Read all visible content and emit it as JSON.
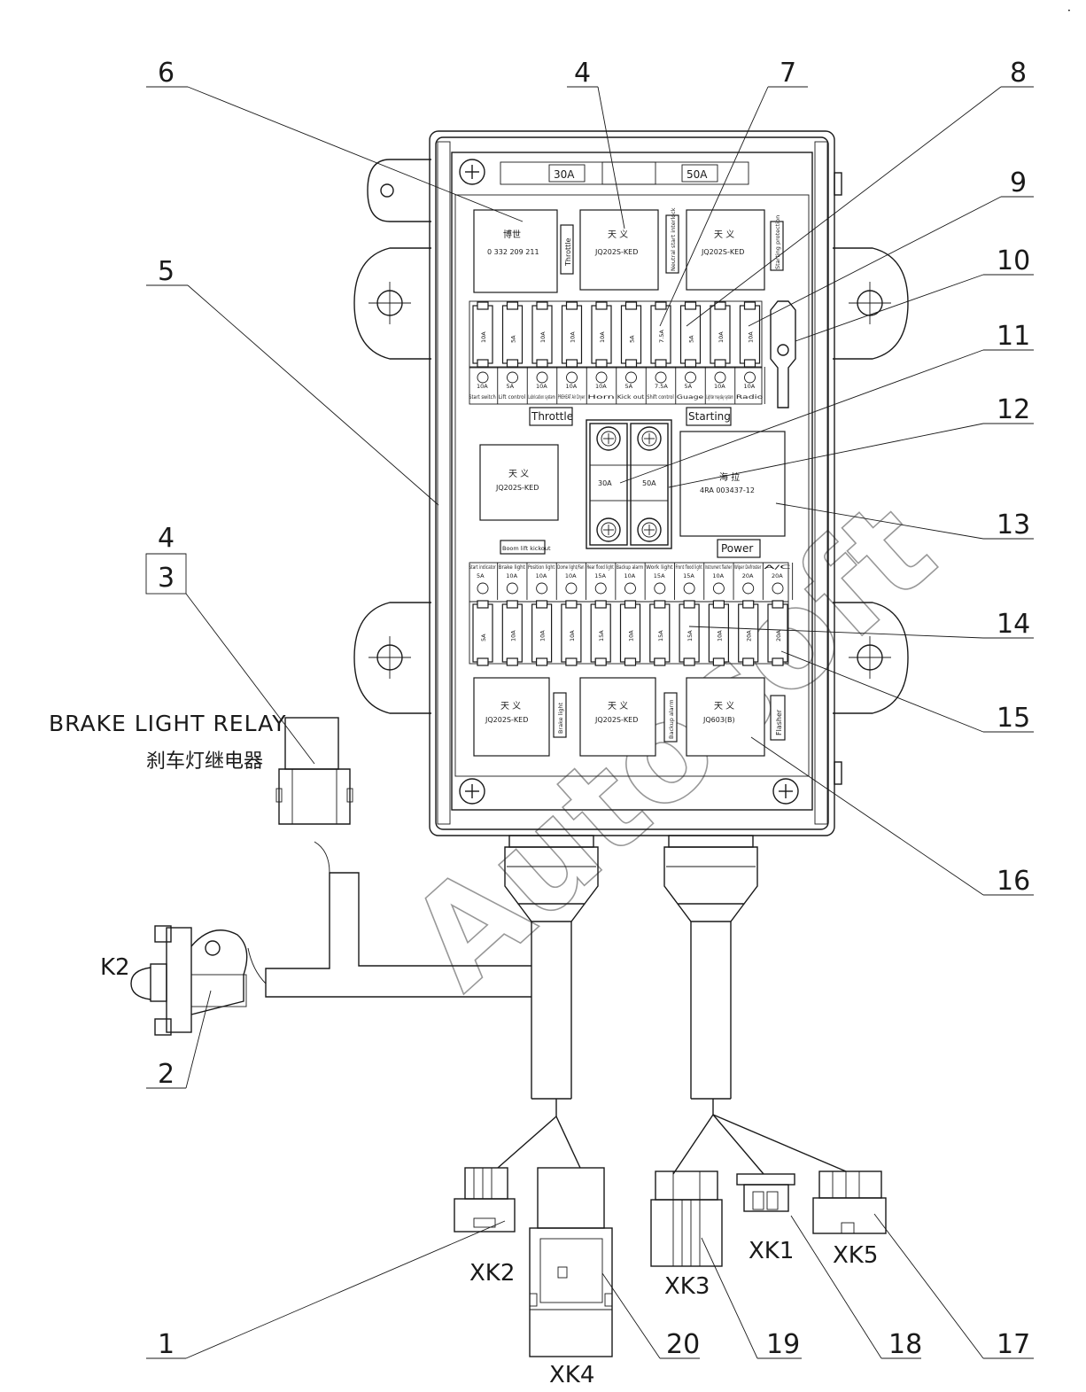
{
  "callouts": [
    "1",
    "2",
    "3",
    "4",
    "5",
    "6",
    "7",
    "8",
    "9",
    "10",
    "11",
    "12",
    "13",
    "14",
    "15",
    "16",
    "17",
    "18",
    "19",
    "20"
  ],
  "main_fuses": {
    "left": "30A",
    "right": "50A"
  },
  "relays": {
    "top_left": {
      "brand": "博世",
      "part": "0 332 209 211",
      "side": "Throttle"
    },
    "top_mid": {
      "brand": "天 义",
      "part": "JQ202S-KED",
      "side": "Neutral start interlock"
    },
    "top_right": {
      "brand": "天 义",
      "part": "JQ202S-KED",
      "side": "Starting protection"
    },
    "mid_left": {
      "brand": "天 义",
      "part": "JQ202S-KED"
    },
    "mid_right": {
      "brand": "海 拉",
      "part": "4RA 003437-12"
    },
    "bot_left": {
      "brand": "天 义",
      "part": "JQ202S-KED",
      "side": "Brake light"
    },
    "bot_mid": {
      "brand": "天 义",
      "part": "JQ202S-KED",
      "side": "Backup alarm"
    },
    "bot_right": {
      "brand": "天 义",
      "part": "JQ603(B)",
      "side": "Flasher"
    }
  },
  "top_fuses": [
    {
      "rating": "10A",
      "label": "Start switch"
    },
    {
      "rating": "5A",
      "label": "Lift control"
    },
    {
      "rating": "10A",
      "label": "Lubrication system"
    },
    {
      "rating": "10A",
      "label": "PREHEAT Air Dryer"
    },
    {
      "rating": "10A",
      "label": "Horn"
    },
    {
      "rating": "5A",
      "label": "Kick out"
    },
    {
      "rating": "7.5A",
      "label": "Shift control"
    },
    {
      "rating": "5A",
      "label": "Guage"
    },
    {
      "rating": "10A",
      "label": "Lighter mayday system"
    },
    {
      "rating": "10A",
      "label": "Radio"
    }
  ],
  "bottom_fuses": [
    {
      "rating": "5A",
      "label": "Start indicator"
    },
    {
      "rating": "10A",
      "label": "Brake light"
    },
    {
      "rating": "10A",
      "label": "Position light"
    },
    {
      "rating": "10A",
      "label": "Dome light/Fan"
    },
    {
      "rating": "15A",
      "label": "Rear flood light"
    },
    {
      "rating": "10A",
      "label": "Backup alarm"
    },
    {
      "rating": "15A",
      "label": "Work light"
    },
    {
      "rating": "15A",
      "label": "Front flood light"
    },
    {
      "rating": "10A",
      "label": "Instrument flasher"
    },
    {
      "rating": "20A",
      "label": "Wiper Defroster"
    },
    {
      "rating": "20A",
      "label": "A/C"
    }
  ],
  "labels": {
    "throttle": "Throttle",
    "starting": "Starting",
    "power": "Power",
    "boom_lift": "Boom lift kickout",
    "breaker_left": "30A",
    "breaker_right": "50A"
  },
  "relay_caption": {
    "en": "BRAKE LIGHT RELAY",
    "zh": "刹车灯继电器"
  },
  "connectors": {
    "k2": "K2",
    "xk1": "XK1",
    "xk2": "XK2",
    "xk3": "XK3",
    "xk4": "XK4",
    "xk5": "XK5"
  },
  "watermark": "Autosoft"
}
